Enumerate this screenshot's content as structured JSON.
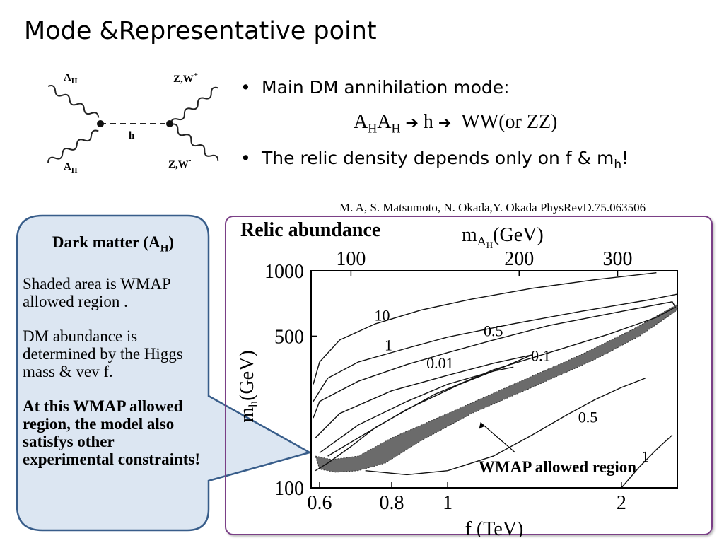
{
  "slide": {
    "title": "Mode &Representative point"
  },
  "diagram": {
    "labels": {
      "top_left": "A",
      "top_left_sub": "H",
      "bottom_left": "A",
      "bottom_left_sub": "H",
      "propagator": "h",
      "top_right": "Z,W",
      "top_right_sup": "+",
      "bottom_right": "Z,W",
      "bottom_right_sup": "-"
    }
  },
  "bullets": {
    "bullet_symbol": "•",
    "item1": "Main DM annihilation mode:",
    "eq_a1": "A",
    "eq_h1": "H",
    "eq_a2": "A",
    "eq_h2": "H",
    "eq_arrow1": "➔",
    "eq_h": "h",
    "eq_arrow2": "➔",
    "eq_end": "WW(or ZZ)",
    "item2_main": "The relic density depends only on f & m",
    "item2_sub": "h",
    "item2_end": "!"
  },
  "reference": "M. A, S. Matsumoto, N. Okada,Y. Okada   PhysRevD.75.063506",
  "callout": {
    "heading_pre": "Dark matter (A",
    "heading_sub": "H",
    "heading_post": ")",
    "para1": "Shaded area is WMAP allowed region .",
    "para2": "DM abundance is determined by the Higgs mass & vev f.",
    "para3": "At this WMAP allowed region, the model also satisfys other experimental constraints!",
    "fill_color": "#dce6f2",
    "border_color": "#385d8a"
  },
  "chart_data": {
    "type": "line",
    "title": "Relic abundance",
    "xlabel": "f (TeV)",
    "ylabel": "m",
    "ylabel_sub": "h",
    "ylabel_unit": "(GeV)",
    "top_axis_label": "m",
    "top_axis_sub": "A",
    "top_axis_subsub": "H",
    "top_axis_unit": "(GeV)",
    "x_scale": "log",
    "y_scale": "log",
    "xlim": [
      0.58,
      2.5
    ],
    "ylim": [
      100,
      1000
    ],
    "x_ticks": [
      {
        "v": 0.6,
        "label": "0.6"
      },
      {
        "v": 0.8,
        "label": "0.8"
      },
      {
        "v": 1,
        "label": "1"
      },
      {
        "v": 2,
        "label": "2"
      }
    ],
    "y_ticks": [
      {
        "v": 100,
        "label": "100"
      },
      {
        "v": 500,
        "label": "500"
      },
      {
        "v": 1000,
        "label": "1000"
      }
    ],
    "top_ticks": [
      {
        "v": 0.68,
        "label": "100"
      },
      {
        "v": 1.33,
        "label": "200"
      },
      {
        "v": 1.97,
        "label": "300"
      }
    ],
    "contours": [
      {
        "name": "10",
        "label_at": [
          0.77,
          590
        ],
        "points": [
          [
            0.585,
            300
          ],
          [
            0.6,
            380
          ],
          [
            0.65,
            480
          ],
          [
            0.75,
            570
          ],
          [
            0.9,
            660
          ],
          [
            1.1,
            740
          ],
          [
            1.4,
            830
          ],
          [
            1.8,
            910
          ],
          [
            2.3,
            980
          ]
        ]
      },
      {
        "name": "1",
        "label_at": [
          0.79,
          430
        ],
        "points": [
          [
            0.585,
            250
          ],
          [
            0.62,
            320
          ],
          [
            0.7,
            380
          ],
          [
            0.85,
            440
          ],
          [
            1.0,
            495
          ],
          [
            1.3,
            570
          ],
          [
            1.7,
            650
          ],
          [
            2.2,
            730
          ],
          [
            2.5,
            780
          ]
        ]
      },
      {
        "name": "0.5",
        "label_at": [
          1.2,
          500
        ],
        "points": [
          [
            0.585,
            210
          ],
          [
            0.6,
            250
          ],
          [
            0.7,
            310
          ],
          [
            0.85,
            370
          ],
          [
            1.0,
            420
          ],
          [
            1.2,
            480
          ],
          [
            1.5,
            560
          ],
          [
            2.0,
            650
          ],
          [
            2.45,
            720
          ],
          [
            2.48,
            680
          ],
          [
            2.3,
            610
          ],
          [
            1.9,
            510
          ],
          [
            1.5,
            420
          ],
          [
            1.2,
            350
          ],
          [
            0.95,
            270
          ],
          [
            0.75,
            190
          ],
          [
            0.68,
            155
          ],
          [
            0.62,
            130
          ],
          [
            0.59,
            120
          ]
        ]
      },
      {
        "name": "0.01",
        "label_at": [
          0.97,
          355
        ],
        "points": [
          [
            0.59,
            170
          ],
          [
            0.65,
            220
          ],
          [
            0.8,
            280
          ],
          [
            1.0,
            330
          ],
          [
            1.2,
            375
          ],
          [
            1.4,
            410
          ],
          [
            1.25,
            360
          ],
          [
            1.05,
            300
          ],
          [
            0.85,
            230
          ],
          [
            0.7,
            170
          ],
          [
            0.62,
            140
          ]
        ]
      },
      {
        "name": "0.1",
        "label_at": [
          1.45,
          385
        ],
        "points": [
          [
            0.6,
            145
          ],
          [
            0.7,
            195
          ],
          [
            0.85,
            250
          ],
          [
            1.0,
            300
          ],
          [
            1.2,
            345
          ],
          [
            1.3,
            360
          ]
        ]
      },
      {
        "name": "0.5",
        "label_at": [
          1.75,
          200
        ],
        "points": [
          [
            0.72,
            120
          ],
          [
            0.85,
            115
          ],
          [
            1.0,
            120
          ],
          [
            1.2,
            140
          ],
          [
            1.4,
            175
          ],
          [
            1.6,
            215
          ],
          [
            1.8,
            255
          ],
          [
            2.0,
            290
          ],
          [
            2.2,
            320
          ]
        ]
      },
      {
        "name": "1",
        "label_at": [
          2.2,
          132
        ],
        "points": [
          [
            2.0,
            100
          ],
          [
            2.15,
            125
          ],
          [
            2.3,
            150
          ],
          [
            2.45,
            175
          ]
        ]
      }
    ],
    "wmap_band": {
      "points": [
        [
          0.59,
          140
        ],
        [
          0.63,
          135
        ],
        [
          0.7,
          140
        ],
        [
          0.8,
          170
        ],
        [
          1.0,
          220
        ],
        [
          1.3,
          300
        ],
        [
          1.7,
          410
        ],
        [
          2.1,
          540
        ],
        [
          2.45,
          680
        ],
        [
          2.5,
          700
        ],
        [
          2.5,
          660
        ],
        [
          2.15,
          500
        ],
        [
          1.8,
          390
        ],
        [
          1.4,
          290
        ],
        [
          1.1,
          220
        ],
        [
          0.9,
          165
        ],
        [
          0.78,
          130
        ],
        [
          0.7,
          120
        ],
        [
          0.64,
          118
        ],
        [
          0.6,
          122
        ]
      ],
      "color": "#6b6b6b"
    },
    "annotations": [
      {
        "text": "WMAP allowed region",
        "at": [
          1.55,
          118
        ],
        "arrow_to": [
          1.14,
          200
        ]
      }
    ],
    "frame_color": "#7a3f86"
  }
}
